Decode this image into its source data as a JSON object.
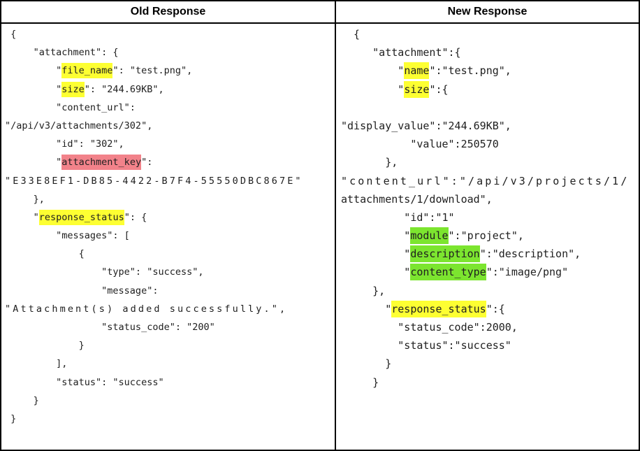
{
  "table": {
    "columns": [
      {
        "header": "Old Response",
        "code_lines": [
          {
            "s": [
              {
                "t": " {"
              }
            ]
          },
          {
            "s": [
              {
                "t": "     \"attachment\": {"
              }
            ]
          },
          {
            "s": [
              {
                "t": "         \""
              },
              {
                "t": "file_name",
                "h": "yellow"
              },
              {
                "t": "\": \"test.png\","
              }
            ]
          },
          {
            "s": [
              {
                "t": "         \""
              },
              {
                "t": "size",
                "h": "yellow"
              },
              {
                "t": "\": \"244.69KB\","
              }
            ]
          },
          {
            "s": [
              {
                "t": "         \"content_url\":"
              }
            ]
          },
          {
            "s": [
              {
                "t": "\"/api/v3/attachments/302\","
              }
            ]
          },
          {
            "s": [
              {
                "t": "         \"id\": \"302\","
              }
            ]
          },
          {
            "s": [
              {
                "t": "         \""
              },
              {
                "t": "attachment_key",
                "h": "red"
              },
              {
                "t": "\":"
              }
            ]
          },
          {
            "stretch": true,
            "s": [
              {
                "t": "\"E33E8EF1-DB85-4422-B7F4-55550DBC867E\""
              }
            ]
          },
          {
            "s": [
              {
                "t": "     },"
              }
            ]
          },
          {
            "s": [
              {
                "t": "     \""
              },
              {
                "t": "response_status",
                "h": "yellow"
              },
              {
                "t": "\": {"
              }
            ]
          },
          {
            "s": [
              {
                "t": "         \"messages\": ["
              }
            ]
          },
          {
            "s": [
              {
                "t": "             {"
              }
            ]
          },
          {
            "s": [
              {
                "t": "                 \"type\": \"success\","
              }
            ]
          },
          {
            "s": [
              {
                "t": "                 \"message\":"
              }
            ]
          },
          {
            "stretch": true,
            "s": [
              {
                "t": "\"Attachment(s) added successfully.\","
              }
            ]
          },
          {
            "s": [
              {
                "t": "                 \"status_code\": \"200\""
              }
            ]
          },
          {
            "s": [
              {
                "t": "             }"
              }
            ]
          },
          {
            "s": [
              {
                "t": "         ],"
              }
            ]
          },
          {
            "s": [
              {
                "t": "         \"status\": \"success\""
              }
            ]
          },
          {
            "s": [
              {
                "t": "     }"
              }
            ]
          },
          {
            "s": [
              {
                "t": " }"
              }
            ]
          }
        ]
      },
      {
        "header": "New Response",
        "code_lines": [
          {
            "s": [
              {
                "t": "  {"
              }
            ]
          },
          {
            "s": [
              {
                "t": "     \"attachment\":{"
              }
            ]
          },
          {
            "s": [
              {
                "t": "         \""
              },
              {
                "t": "name",
                "h": "yellow"
              },
              {
                "t": "\":\"test.png\","
              }
            ]
          },
          {
            "s": [
              {
                "t": "         \""
              },
              {
                "t": "size",
                "h": "yellow"
              },
              {
                "t": "\":{"
              }
            ]
          },
          {
            "s": []
          },
          {
            "s": [
              {
                "t": "\"display_value\":\"244.69KB\","
              }
            ]
          },
          {
            "s": [
              {
                "t": "           \"value\":250570"
              }
            ]
          },
          {
            "s": [
              {
                "t": "       },"
              }
            ]
          },
          {
            "stretch": true,
            "s": [
              {
                "t": "\"content_url\":\"/api/v3/projects/1/"
              }
            ]
          },
          {
            "s": [
              {
                "t": "attachments/1/download\","
              }
            ]
          },
          {
            "s": [
              {
                "t": "          \"id\":\"1\""
              }
            ]
          },
          {
            "s": [
              {
                "t": "          \""
              },
              {
                "t": "module",
                "h": "green"
              },
              {
                "t": "\":\"project\","
              }
            ]
          },
          {
            "s": [
              {
                "t": "          \""
              },
              {
                "t": "description",
                "h": "green"
              },
              {
                "t": "\":\"description\","
              }
            ]
          },
          {
            "s": [
              {
                "t": "          \""
              },
              {
                "t": "content_type",
                "h": "green"
              },
              {
                "t": "\":\"image/png\""
              }
            ]
          },
          {
            "s": [
              {
                "t": "     },"
              }
            ]
          },
          {
            "s": [
              {
                "t": "       \""
              },
              {
                "t": "response_status",
                "h": "yellow"
              },
              {
                "t": "\":{"
              }
            ]
          },
          {
            "s": [
              {
                "t": "         \"status_code\":2000,"
              }
            ]
          },
          {
            "s": [
              {
                "t": "         \"status\":\"success\""
              }
            ]
          },
          {
            "s": [
              {
                "t": "       }"
              }
            ]
          },
          {
            "s": [
              {
                "t": "     }"
              }
            ]
          }
        ]
      }
    ]
  },
  "highlight_colors": {
    "yellow": "#fdff32",
    "red": "#f2828a",
    "green": "#7ce52f"
  }
}
